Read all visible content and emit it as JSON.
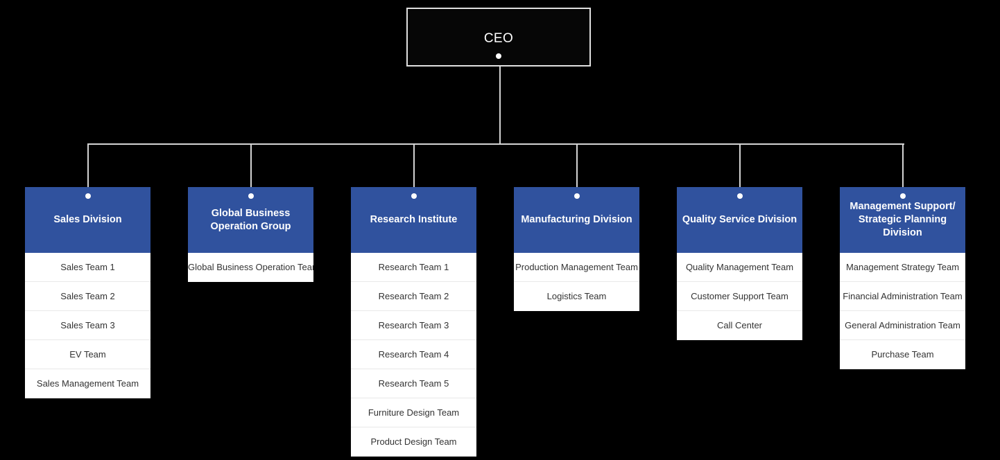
{
  "chart": {
    "type": "org-chart",
    "root": {
      "label": "CEO"
    },
    "divisions": [
      {
        "label": "Sales Division",
        "children": [
          "Sales Team 1",
          "Sales Team 2",
          "Sales Team 3",
          "EV Team",
          "Sales Management Team"
        ]
      },
      {
        "label": "Global Business Operation Group",
        "children": [
          "Global Business Operation Team"
        ]
      },
      {
        "label": "Research Institute",
        "children": [
          "Research Team 1",
          "Research Team 2",
          "Research Team 3",
          "Research Team 4",
          "Research Team 5",
          "Furniture Design Team",
          "Product Design Team"
        ]
      },
      {
        "label": "Manufacturing Division",
        "children": [
          "Production Management Team",
          "Logistics Team"
        ]
      },
      {
        "label": "Quality Service Division",
        "children": [
          "Quality Management Team",
          "Customer Support Team",
          "Call Center"
        ]
      },
      {
        "label": "Management Support/ Strategic Planning Division",
        "children": [
          "Management Strategy Team",
          "Financial Administration Team",
          "General Administration Team",
          "Purchase Team"
        ]
      }
    ]
  },
  "colors": {
    "background": "#000000",
    "header_blue": "#30529e",
    "connector": "#d4d4d4",
    "row_background": "#ffffff",
    "row_text": "#333333",
    "root_border": "#e0e0e0",
    "root_text": "#ffffff"
  }
}
